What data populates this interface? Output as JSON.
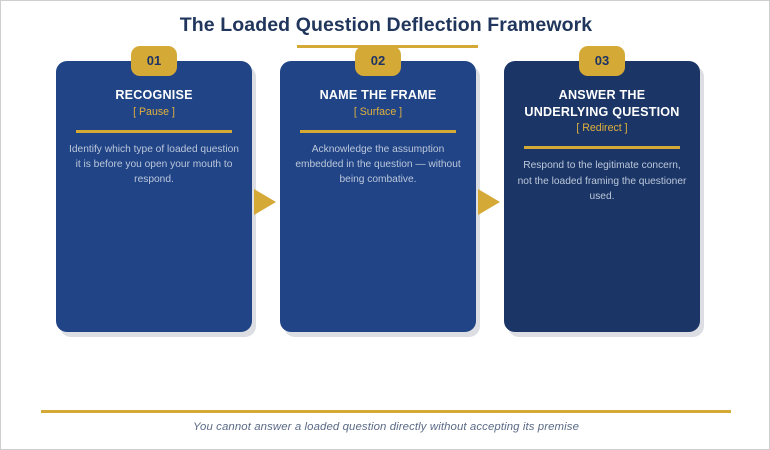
{
  "page": {
    "title": "The Loaded Question Deflection Framework"
  },
  "colors": {
    "title_navy": "#21365c",
    "card_navy": "#204486",
    "card_navy_dark": "#1b3666",
    "gold": "#d4a936",
    "gold_light": "#e0b03c",
    "body_text": "#bcc7db",
    "caption": "#5a6a86",
    "background": "#ffffff"
  },
  "steps": [
    {
      "number": "01",
      "title": "RECOGNISE",
      "subtitle": "[ Pause ]",
      "body": "Identify which type of loaded question it is before you open your mouth to respond."
    },
    {
      "number": "02",
      "title": "NAME THE FRAME",
      "subtitle": "[ Surface ]",
      "body": "Acknowledge the assumption embedded in the question — without being combative."
    },
    {
      "number": "03",
      "title": "ANSWER THE UNDERLYING QUESTION",
      "subtitle": "[ Redirect ]",
      "body": "Respond to the legitimate concern, not the loaded framing the questioner used."
    }
  ],
  "connectors": [
    {
      "name": "arrow-step1-to-step2",
      "glyph": "right-triangle"
    },
    {
      "name": "arrow-step2-to-step3",
      "glyph": "right-triangle"
    }
  ],
  "footer": {
    "caption": "You cannot answer a loaded question directly without accepting its premise"
  }
}
